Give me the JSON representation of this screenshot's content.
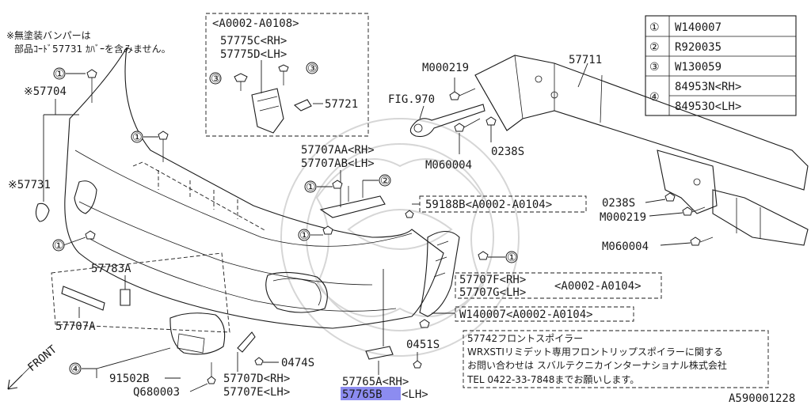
{
  "notes": {
    "top_left_line1": "※無塗装バンパーは",
    "top_left_line2": "部品ｺｰﾄﾞ57731 ｶﾊﾞｰを含みません。"
  },
  "legend": [
    {
      "num": "①",
      "code": "W140007"
    },
    {
      "num": "②",
      "code": "R920035"
    },
    {
      "num": "③",
      "code": "W130059"
    },
    {
      "num": "④",
      "code": "84953N<RH>"
    },
    {
      "num": "",
      "code": "84953O<LH>"
    }
  ],
  "labels": {
    "a0002_a0108": "<A0002-A0108>",
    "p57775c": "57775C<RH>",
    "p57775d": "57775D<LH>",
    "p57721": "57721",
    "p57704": "※57704",
    "p57731": "※57731",
    "p57707aa": "57707AA<RH>",
    "p57707ab": "57707AB<LH>",
    "p59188b": "59188B<A0002-A0104>",
    "p57783a": "57783A",
    "p57707a": "57707A",
    "p57707f": "57707F<RH>",
    "p57707g": "57707G<LH>",
    "range_f_g": "<A0002-A0104>",
    "w140007_range": "W140007<A0002-A0104>",
    "p0451s": "0451S",
    "p91502b": "91502B",
    "q680003": "Q680003",
    "p57707d": "57707D<RH>",
    "p57707e": "57707E<LH>",
    "p0474s": "0474S",
    "p57765a": "57765A<RH>",
    "p57765b": "57765B",
    "p57765b_lh": "<LH>",
    "m000219_top": "M000219",
    "fig970": "FIG.970",
    "p57711": "57711",
    "m060004_mid": "M060004",
    "p0238s_mid": "0238S",
    "p0238s_right": "0238S",
    "m000219_right": "M000219",
    "m060004_right": "M060004",
    "front": "FRONT",
    "diagram_id": "A590001228"
  },
  "callouts": {
    "c1": "①",
    "c2": "②",
    "c3": "③",
    "c4": "④"
  },
  "info_box": {
    "line1": "57742フロントスポイラー",
    "line2": "WRXSTIリミデット専用フロントリップスポイラーに関する",
    "line3": "お問い合わせは スバルテクニカインターナショナル株式会社",
    "line4": "TEL 0422-33-7848までお願いします。"
  },
  "colors": {
    "ink": "#1a1a1a",
    "highlight": "#8c8cf0",
    "watermark": "#d6d6d6"
  }
}
